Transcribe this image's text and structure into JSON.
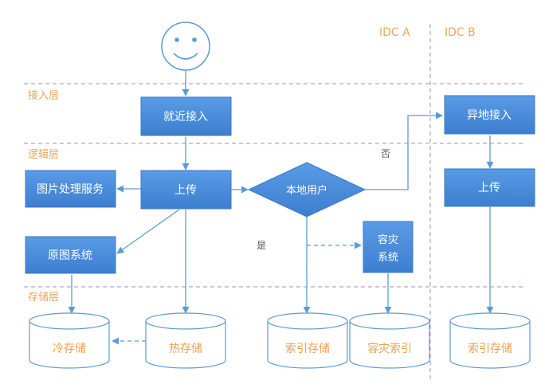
{
  "zones": {
    "idc_a": "IDC A",
    "idc_b": "IDC B"
  },
  "layers": {
    "access": "接入层",
    "logic": "逻辑层",
    "storage": "存储层"
  },
  "nodes": {
    "nearby_access": "就近接入",
    "upload_a": "上传",
    "image_processing": "图片处理服务",
    "original_image_system": "原图系统",
    "is_local_user": "本地用户",
    "dr_system_line1": "容灾",
    "dr_system_line2": "系统",
    "remote_access": "异地接入",
    "upload_b": "上传"
  },
  "storage": {
    "cold": "冷存储",
    "hot": "热存储",
    "index_a": "索引存储",
    "dr_index": "容灾索引",
    "index_b": "索引存储"
  },
  "edge_labels": {
    "no": "否",
    "yes": "是"
  },
  "colors": {
    "box_fill": "#4e8fde",
    "box_border": "#3a78c4",
    "line": "#5b9bd5",
    "zone_text": "#f2a65a",
    "layer_text": "#e8a55c",
    "dashed": "#9b8ec9",
    "storage_text": "#f0a050"
  }
}
